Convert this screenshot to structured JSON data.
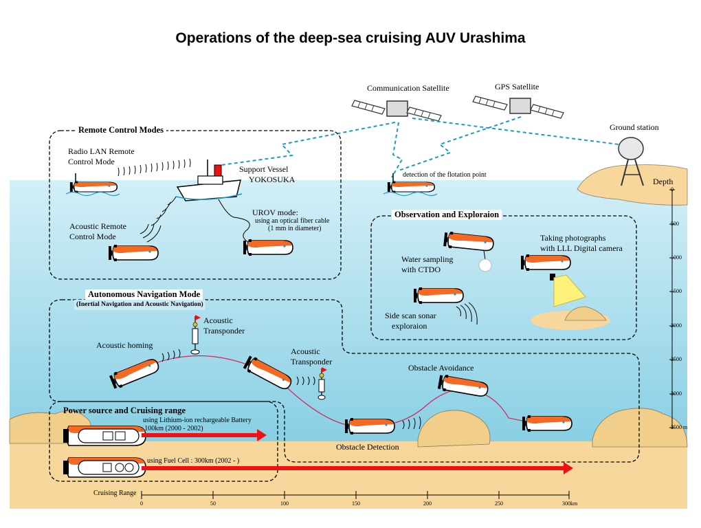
{
  "title": "Operations of the deep-sea cruising AUV Urashima",
  "labels": {
    "comm_satellite": "Communication Satellite",
    "gps_satellite": "GPS Satellite",
    "ground_station": "Ground station",
    "remote_control_modes": "Remote Control Modes",
    "radio_lan_line1": "Radio LAN Remote",
    "radio_lan_line2": "Control Mode",
    "support_vessel_line1": "Support Vessel",
    "support_vessel_line2": "YOKOSUKA",
    "urov_mode": "UROV mode:",
    "urov_detail_line1": "using  an optical fiber cable",
    "urov_detail_line2": "(1 mm in diameter)",
    "acoustic_remote_line1": "Acoustic Remote",
    "acoustic_remote_line2": "Control Mode",
    "flotation_point": "detection of the flotation point",
    "observation": "Observation and Exploraion",
    "water_sampling_line1": "Water sampling",
    "water_sampling_line2": "with CTDO",
    "photographs_line1": "Taking photographs",
    "photographs_line2": "with LLL Digital camera",
    "side_scan_line1": "Side scan sonar",
    "side_scan_line2": "exploraion",
    "autonomous_nav": "Autonomous Navigation Mode",
    "autonomous_nav_sub": "(Inertial Navigation and Acoustic Navigation)",
    "acoustic_transponder_1_line1": "Acoustic",
    "acoustic_transponder_1_line2": "Transponder",
    "acoustic_transponder_2_line1": "Acoustic",
    "acoustic_transponder_2_line2": "Transponder",
    "acoustic_homing": "Acoustic homing",
    "obstacle_avoidance": "Obstacle Avoidance",
    "obstacle_detection": "Obstacle Detection",
    "power_source": "Power source and Cruising range",
    "battery_line1": "using Lithium-ion rechargeable Battery",
    "battery_line2": ": 100km (2000 - 2002)",
    "fuel_cell": "using Fuel Cell : 300km (2002 - )",
    "cruising_range": "Cruising Range",
    "depth": "Depth"
  },
  "depth_ticks": [
    "0",
    "500",
    "1000",
    "1500",
    "2000",
    "2500",
    "3000",
    "3500 m"
  ],
  "range_ticks": [
    "0",
    "50",
    "100",
    "150",
    "200",
    "250",
    "300km"
  ],
  "colors": {
    "sea_top": "#c7eaf4",
    "sea_bottom": "#8ed1e6",
    "sand": "#f7d79b",
    "rock": "#f1cf8a",
    "auv_orange": "#f26a24",
    "arrow_red": "#ee1111",
    "link_cyan": "#1a9bc4",
    "path_pink": "#d4245e",
    "light_yellow": "#fff27a"
  }
}
